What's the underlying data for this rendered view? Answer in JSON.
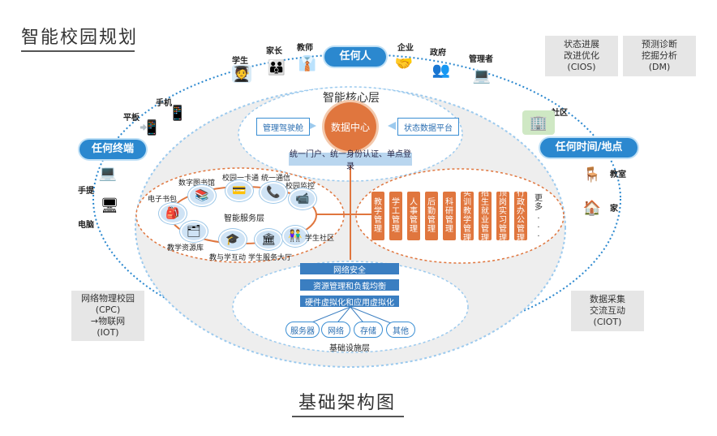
{
  "titles": {
    "top": "智能校园规划",
    "bottom": "基础架构图"
  },
  "corner_boxes": {
    "cios": [
      "状态进展",
      "改进优化",
      "(CIOS)"
    ],
    "dm": [
      "预测诊断",
      "挖掘分析",
      "(DM)"
    ],
    "cpc": [
      "网络物理校园",
      "(CPC)",
      "→物联网",
      "(IOT)"
    ],
    "ciot": [
      "数据采集",
      "交流互动",
      "(CIOT)"
    ]
  },
  "pills": {
    "anyone": "任何人",
    "any_terminal": "任何终端",
    "any_time_place": "任何时间/地点"
  },
  "actors": {
    "student": "学生",
    "parent": "家长",
    "teacher": "教师",
    "enterprise": "企业",
    "government": "政府",
    "manager": "管理者",
    "community": "社区",
    "classroom": "教室",
    "home": "家",
    "mobile": "手机",
    "tablet": "平板",
    "laptop": "手提",
    "desktop": "电脑"
  },
  "core": {
    "layer_title": "智能核心层",
    "center": "数据中心",
    "cockpit": "管理驾驶舱",
    "status_platform": "状态数据平台",
    "portal": "统一门户、统一身份认证、单点登录"
  },
  "service": {
    "layer_title": "智能服务层",
    "items": {
      "digital_library": "数字图书馆",
      "campus_card": "校园一卡通",
      "unified_comm": "统一通信",
      "campus_monitor": "校园监控",
      "e_schoolbag": "电子书包",
      "teaching_resources": "教学资源库",
      "teach_learn": "教与学互动",
      "student_hall": "学生服务大厅",
      "student_community": "学生社区"
    }
  },
  "management": {
    "items": [
      "教学管理",
      "学工管理",
      "人事管理",
      "后勤管理",
      "科研管理",
      "实训教学管理",
      "招生就业管理",
      "顶岗实习管理",
      "行政办公管理"
    ],
    "more": "更多..."
  },
  "infrastructure": {
    "layer_title": "基础设施层",
    "bands": [
      "网络安全",
      "资源管理和负载均衡",
      "硬件虚拟化和应用虚拟化"
    ],
    "nodes": [
      "服务器",
      "网络",
      "存储",
      "其他"
    ]
  },
  "colors": {
    "blue": "#2b88cf",
    "orange": "#e0763e",
    "gray_box": "#e6e6e6"
  }
}
